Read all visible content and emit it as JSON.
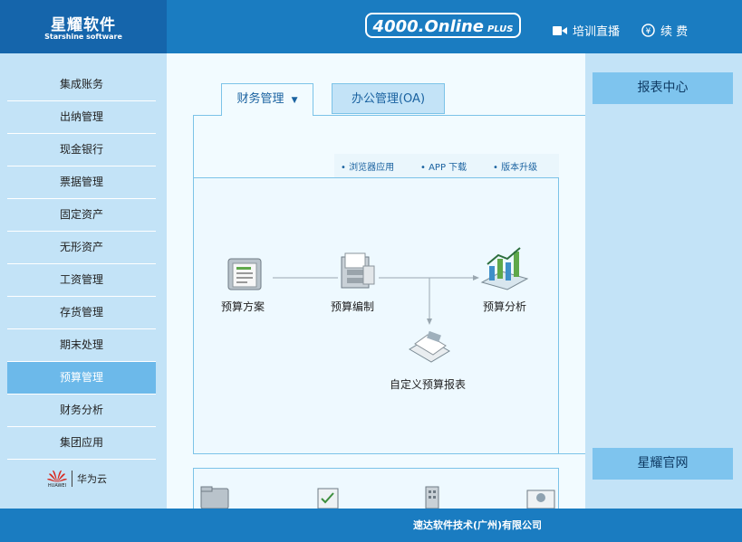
{
  "header": {
    "brand_name": "星耀软件",
    "brand_sub": "Starshine software",
    "product_main": "4000.Online",
    "product_plus": "PLUS",
    "live_label": "培训直播",
    "renew_label": "续 费"
  },
  "sidebar": {
    "items": [
      {
        "label": "集成账务"
      },
      {
        "label": "出纳管理"
      },
      {
        "label": "现金银行"
      },
      {
        "label": "票据管理"
      },
      {
        "label": "固定资产"
      },
      {
        "label": "无形资产"
      },
      {
        "label": "工资管理"
      },
      {
        "label": "存货管理"
      },
      {
        "label": "期末处理"
      },
      {
        "label": "预算管理"
      },
      {
        "label": "财务分析"
      },
      {
        "label": "集团应用"
      }
    ],
    "active_index": 9,
    "partner_brand": "HUAWEI",
    "partner_label": "华为云"
  },
  "tabs": {
    "finance": "财务管理",
    "finance_arrow": "▼",
    "oa": "办公管理(OA)"
  },
  "quick_links": {
    "browser": "• 浏览器应用",
    "app": "• APP 下载",
    "upgrade": "• 版本升级"
  },
  "flow": {
    "plan": "预算方案",
    "compile": "预算编制",
    "analysis": "预算分析",
    "custom_report": "自定义预算报表"
  },
  "right_panel": {
    "report_center": "报表中心",
    "official_site": "星耀官网"
  },
  "footer": {
    "company": "速达软件技术(广州)有限公司"
  },
  "colors": {
    "header_blue": "#1a7cc1",
    "sidebar_bg": "#c3e3f7",
    "active_item": "#6cb9ea"
  }
}
